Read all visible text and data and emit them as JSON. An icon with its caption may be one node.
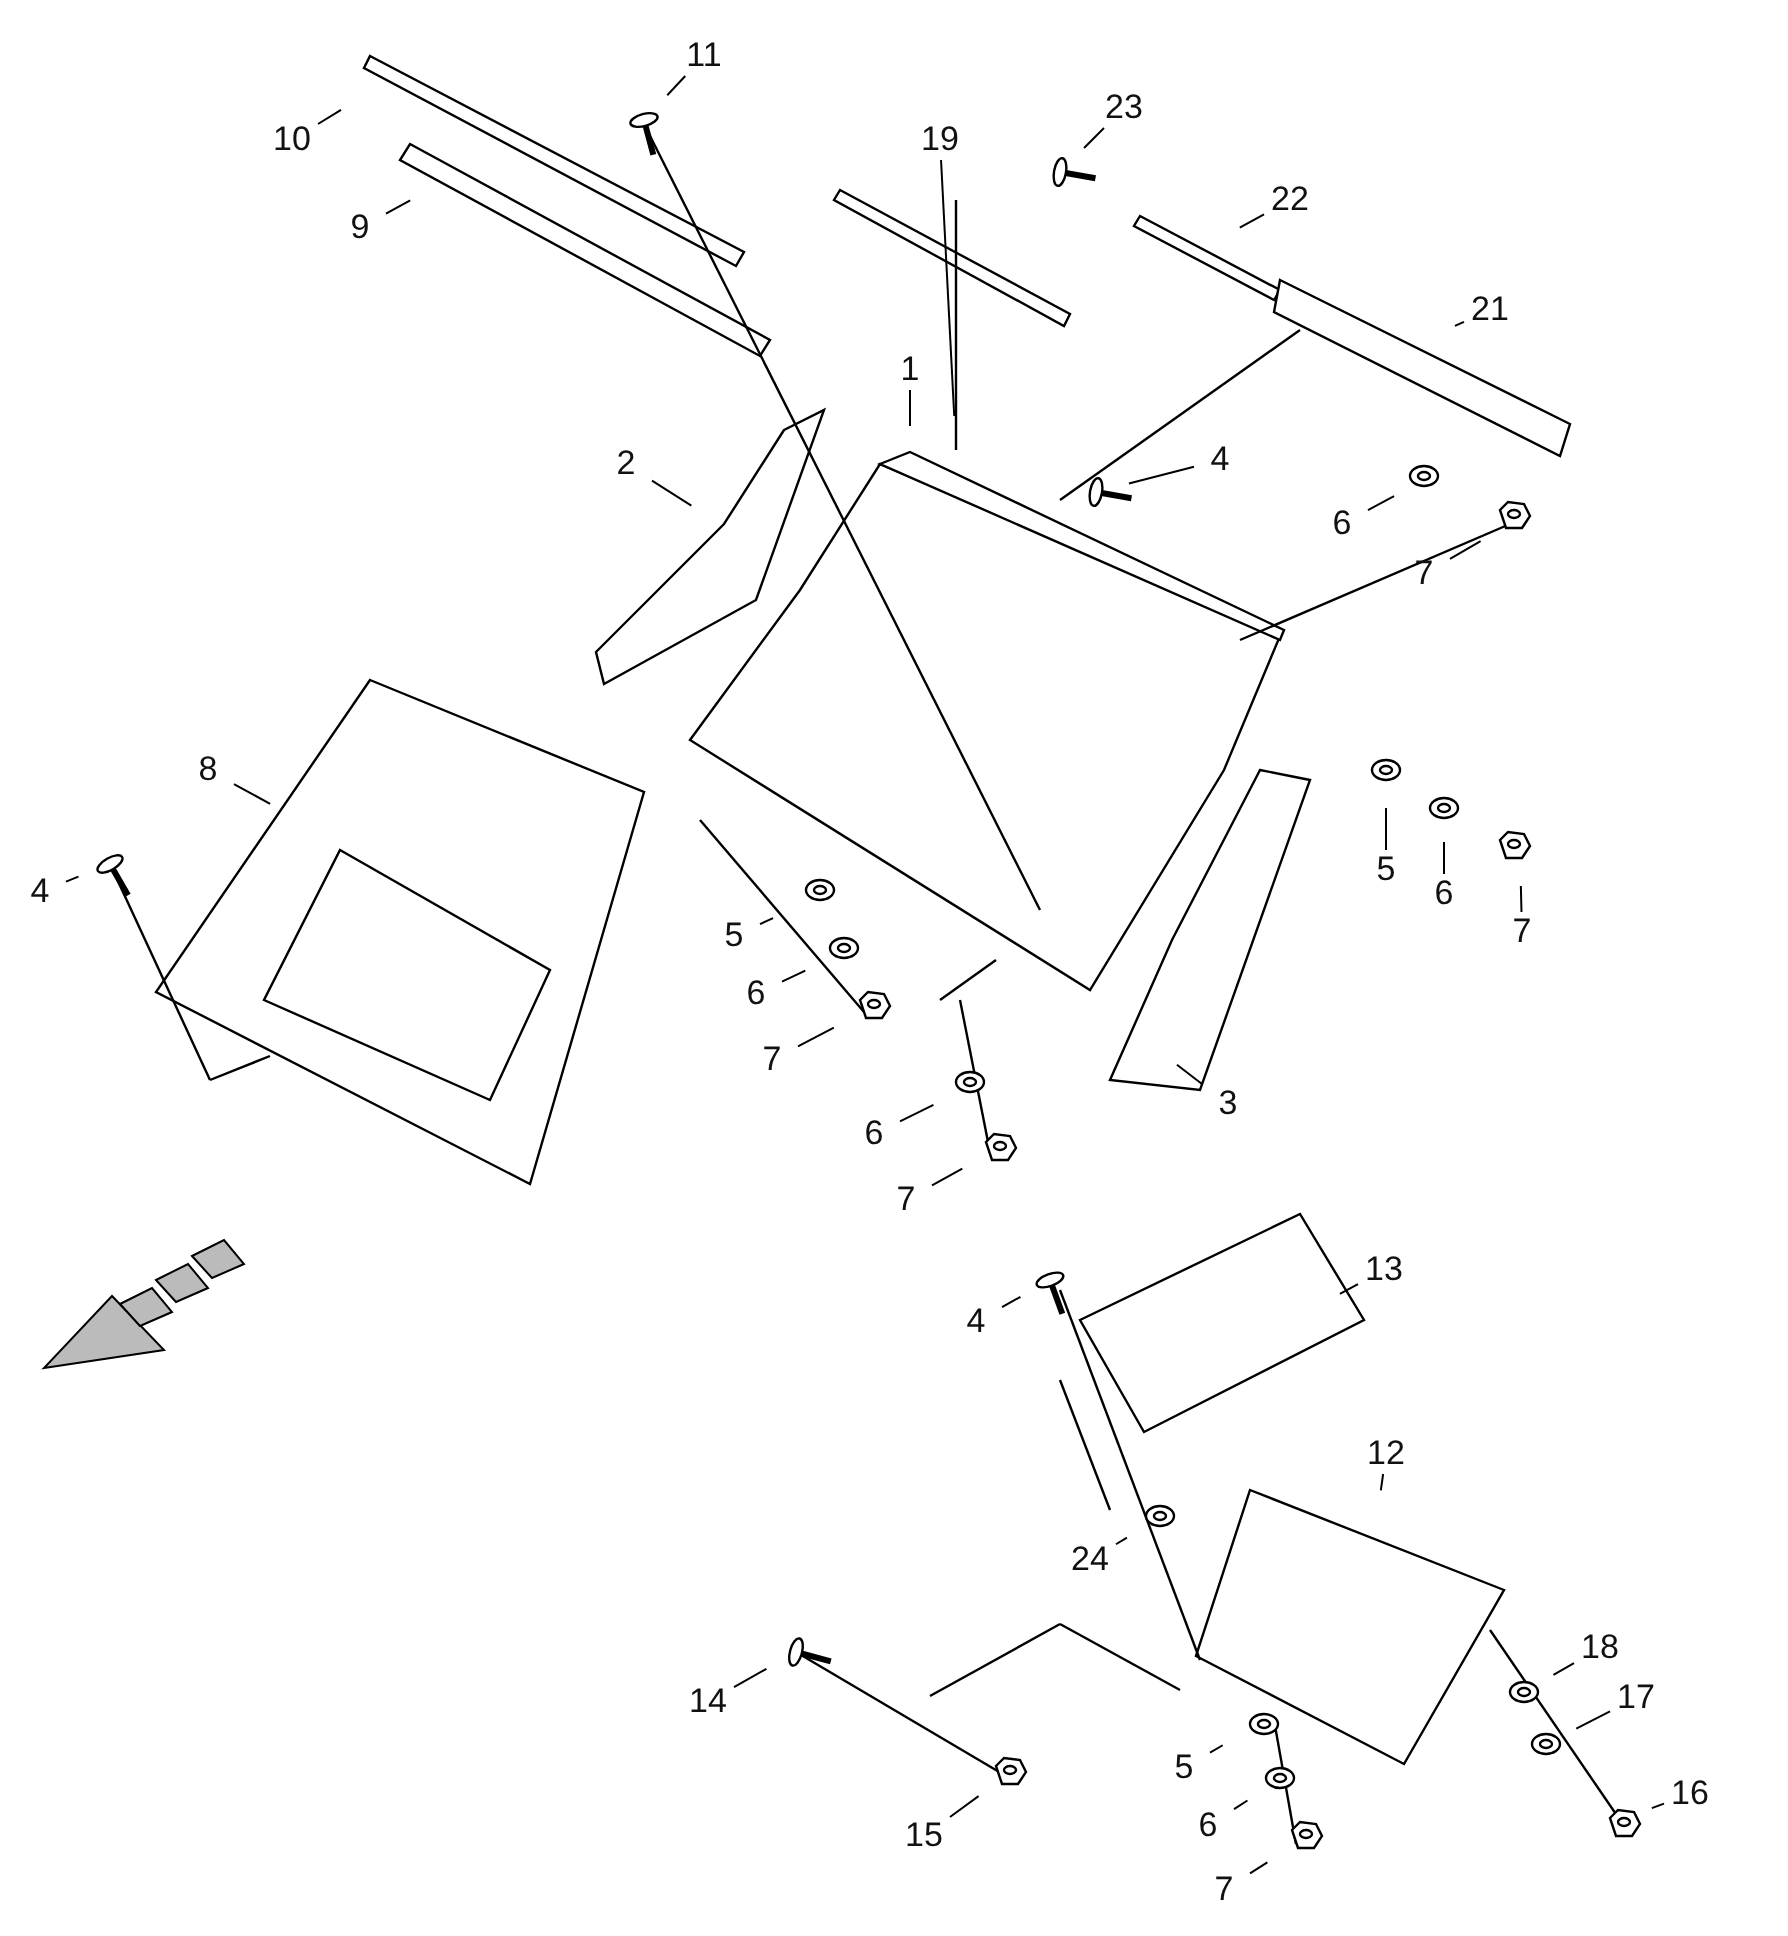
{
  "diagram": {
    "nodes": [
      {
        "text": [
          "11"
        ]
      },
      {
        "text": [
          "10"
        ]
      },
      {
        "text": [
          "19"
        ]
      },
      {
        "text": [
          "23"
        ]
      },
      {
        "text": [
          "9"
        ]
      },
      {
        "text": [
          "22"
        ]
      },
      {
        "text": [
          "21"
        ]
      },
      {
        "text": [
          "1"
        ]
      },
      {
        "text": [
          "2"
        ]
      },
      {
        "text": [
          "4"
        ]
      },
      {
        "text": [
          "6"
        ]
      },
      {
        "text": [
          "7"
        ]
      },
      {
        "text": [
          "8"
        ]
      },
      {
        "text": [
          "4"
        ]
      },
      {
        "text": [
          "5"
        ]
      },
      {
        "text": [
          "6"
        ]
      },
      {
        "text": [
          "7"
        ]
      },
      {
        "text": [
          "5"
        ]
      },
      {
        "text": [
          "6"
        ]
      },
      {
        "text": [
          "7"
        ]
      },
      {
        "text": [
          "3"
        ]
      },
      {
        "text": [
          "6"
        ]
      },
      {
        "text": [
          "7"
        ]
      },
      {
        "text": [
          "13"
        ]
      },
      {
        "text": [
          "4"
        ]
      },
      {
        "text": [
          "12"
        ]
      },
      {
        "text": [
          "24"
        ]
      },
      {
        "text": [
          "18"
        ]
      },
      {
        "text": [
          "14"
        ]
      },
      {
        "text": [
          "17"
        ]
      },
      {
        "text": [
          "5"
        ]
      },
      {
        "text": [
          "16"
        ]
      },
      {
        "text": [
          "6"
        ]
      },
      {
        "text": [
          "15"
        ]
      },
      {
        "text": [
          "7"
        ]
      }
    ],
    "edges": [
      {
        "from": 0,
        "to": null,
        "arrow": "none"
      },
      {
        "from": 1,
        "to": null,
        "arrow": "none"
      },
      {
        "from": 2,
        "to": null,
        "arrow": "none"
      },
      {
        "from": 3,
        "to": null,
        "arrow": "none"
      },
      {
        "from": 4,
        "to": null,
        "arrow": "none"
      },
      {
        "from": 5,
        "to": null,
        "arrow": "none"
      },
      {
        "from": 6,
        "to": null,
        "arrow": "none"
      },
      {
        "from": 7,
        "to": null,
        "arrow": "none"
      },
      {
        "from": 8,
        "to": null,
        "arrow": "none"
      },
      {
        "from": 9,
        "to": null,
        "arrow": "none"
      },
      {
        "from": 10,
        "to": null,
        "arrow": "none"
      },
      {
        "from": 11,
        "to": null,
        "arrow": "none"
      },
      {
        "from": 12,
        "to": null,
        "arrow": "none"
      },
      {
        "from": 13,
        "to": null,
        "arrow": "none"
      },
      {
        "from": 14,
        "to": null,
        "arrow": "none"
      },
      {
        "from": 15,
        "to": null,
        "arrow": "none"
      },
      {
        "from": 16,
        "to": null,
        "arrow": "none"
      },
      {
        "from": 17,
        "to": null,
        "arrow": "none"
      },
      {
        "from": 18,
        "to": null,
        "arrow": "none"
      },
      {
        "from": 19,
        "to": null,
        "arrow": "none"
      },
      {
        "from": 20,
        "to": null,
        "arrow": "none"
      },
      {
        "from": 21,
        "to": null,
        "arrow": "none"
      },
      {
        "from": 22,
        "to": null,
        "arrow": "none"
      },
      {
        "from": 23,
        "to": null,
        "arrow": "none"
      },
      {
        "from": 24,
        "to": null,
        "arrow": "none"
      },
      {
        "from": 25,
        "to": null,
        "arrow": "none"
      },
      {
        "from": 26,
        "to": null,
        "arrow": "none"
      },
      {
        "from": 27,
        "to": null,
        "arrow": "none"
      },
      {
        "from": 28,
        "to": null,
        "arrow": "none"
      },
      {
        "from": 29,
        "to": null,
        "arrow": "none"
      },
      {
        "from": 30,
        "to": null,
        "arrow": "none"
      },
      {
        "from": 31,
        "to": null,
        "arrow": "none"
      },
      {
        "from": 32,
        "to": null,
        "arrow": "none"
      },
      {
        "from": 33,
        "to": null,
        "arrow": "none"
      },
      {
        "from": 34,
        "to": null,
        "arrow": "none"
      }
    ]
  }
}
